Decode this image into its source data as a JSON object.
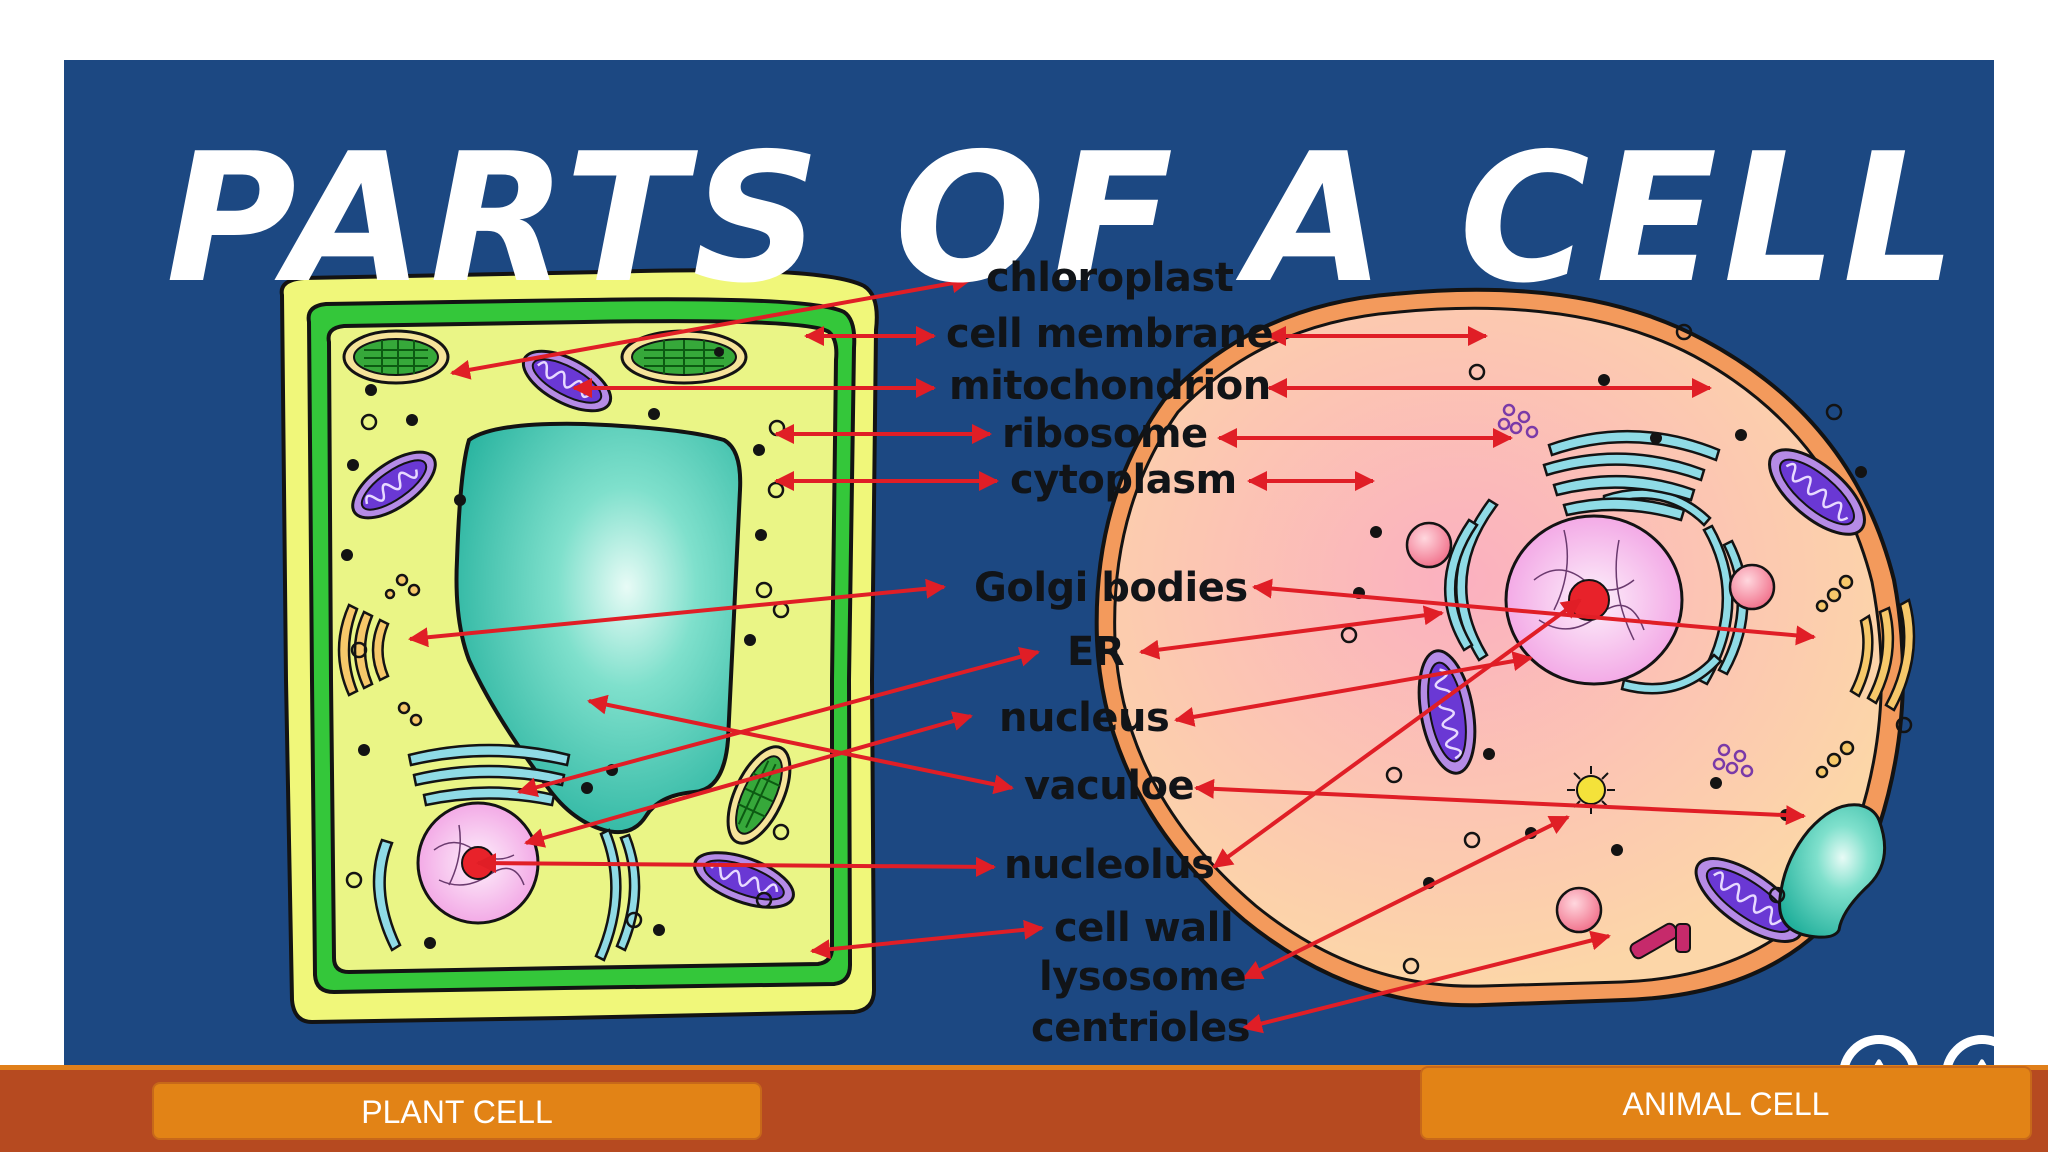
{
  "title": "PARTS OF A CELL",
  "labels": {
    "chloroplast": "chloroplast",
    "cell_membrane": "cell membrane",
    "mitochondrion": "mitochondrion",
    "ribosome": "ribosome",
    "cytoplasm": "cytoplasm",
    "golgi_bodies": "Golgi bodies",
    "er": "ER",
    "nucleus": "nucleus",
    "vacuole": "vaculoe",
    "nucleolus": "nucleolus",
    "cell_wall": "cell wall",
    "lysosome": "lysosome",
    "centrioles": "centrioles"
  },
  "footer": {
    "plant_button": "PLANT CELL",
    "animal_button": "ANIMAL CELL"
  },
  "colors": {
    "panel": "#1c4882",
    "arrow": "#e01e26",
    "footer_bar": "#b64a20",
    "button": "#e28316"
  },
  "icons": [
    "triangle-nav-icon",
    "triangle-nav-icon"
  ]
}
